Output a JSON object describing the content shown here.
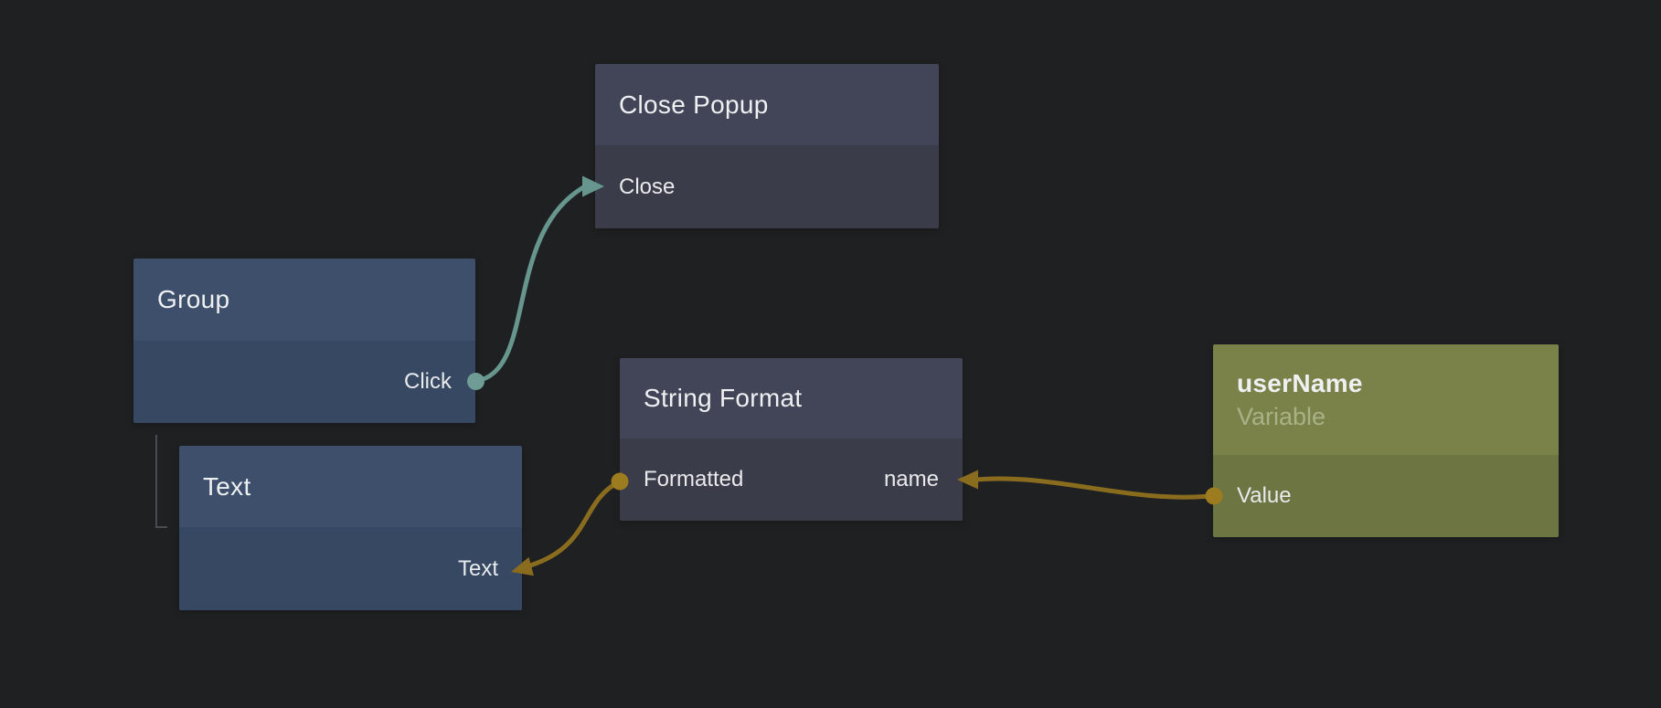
{
  "app": {
    "view": "node-graph-editor",
    "background_color": "#1f2022"
  },
  "nodes": [
    {
      "id": "close-popup",
      "title": "Close Popup",
      "color_header": "#424557",
      "color_body": "#3a3d49",
      "ports": [
        {
          "name": "Close",
          "kind": "input",
          "side": "left",
          "connector": "arrow",
          "color": "#67968f"
        }
      ]
    },
    {
      "id": "group",
      "title": "Group",
      "color_header": "#3d4f6b",
      "color_body": "#374962",
      "ports": [
        {
          "name": "Click",
          "kind": "output",
          "side": "right",
          "connector": "dot",
          "color": "#6f9c95"
        }
      ]
    },
    {
      "id": "text",
      "title": "Text",
      "color_header": "#3d4f6b",
      "color_body": "#374962",
      "ports": [
        {
          "name": "Text",
          "kind": "input",
          "side": "right",
          "connector": "arrow",
          "color": "#8a6c1f"
        }
      ]
    },
    {
      "id": "string-format",
      "title": "String Format",
      "color_header": "#424557",
      "color_body": "#3a3d49",
      "ports": [
        {
          "name": "Formatted",
          "kind": "output",
          "side": "left",
          "connector": "dot",
          "color": "#9c7c1e"
        },
        {
          "name": "name",
          "kind": "input",
          "side": "right",
          "connector": "arrow",
          "color": "#8a6c1f"
        }
      ]
    },
    {
      "id": "username",
      "title": "userName",
      "subtitle": "Variable",
      "color_header": "#7a824a",
      "color_body": "#6d7543",
      "ports": [
        {
          "name": "Value",
          "kind": "output",
          "side": "left",
          "connector": "dot",
          "color": "#9c7c1e"
        }
      ]
    }
  ],
  "connections": [
    {
      "from": "Group.Click",
      "to": "Close Popup.Close",
      "color": "#67968f"
    },
    {
      "from": "String Format.Formatted",
      "to": "Text.Text",
      "color": "#8a6c1f"
    },
    {
      "from": "userName.Value",
      "to": "String Format.name",
      "color": "#8a6c1f"
    }
  ],
  "hierarchy": {
    "parent": "Group",
    "child": "Text",
    "line_color": "#4a4b4e"
  }
}
